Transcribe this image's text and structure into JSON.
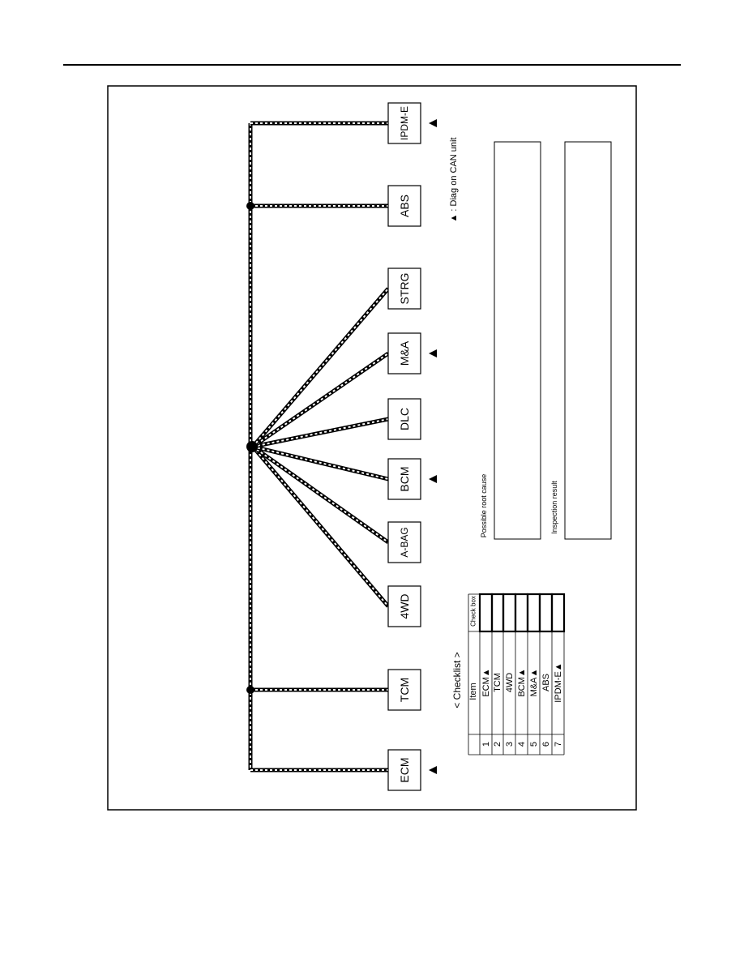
{
  "units": [
    {
      "id": "ecm",
      "label": "ECM",
      "diag": true
    },
    {
      "id": "tcm",
      "label": "TCM",
      "diag": false
    },
    {
      "id": "4wd",
      "label": "4WD",
      "diag": false
    },
    {
      "id": "a-bag",
      "label": "A-BAG",
      "diag": false
    },
    {
      "id": "bcm",
      "label": "BCM",
      "diag": true
    },
    {
      "id": "dlc",
      "label": "DLC",
      "diag": false
    },
    {
      "id": "m-a",
      "label": "M&A",
      "diag": true
    },
    {
      "id": "strg",
      "label": "STRG",
      "diag": false
    },
    {
      "id": "abs",
      "label": "ABS",
      "diag": false
    },
    {
      "id": "ipdm-e",
      "label": "IPDM-E",
      "diag": true
    }
  ],
  "legend": {
    "symbol": "▲",
    "text": ": Diag on CAN unit"
  },
  "checklist": {
    "title": "< Checklist >",
    "item_header": "Item",
    "checkbox_header": "Check box",
    "rows": [
      {
        "num": "1",
        "item": "ECM",
        "diag": true
      },
      {
        "num": "2",
        "item": "TCM",
        "diag": false
      },
      {
        "num": "3",
        "item": "4WD",
        "diag": false
      },
      {
        "num": "4",
        "item": "BCM",
        "diag": true
      },
      {
        "num": "5",
        "item": "M&A",
        "diag": true
      },
      {
        "num": "6",
        "item": "ABS",
        "diag": false
      },
      {
        "num": "7",
        "item": "IPDM-E",
        "diag": true
      }
    ]
  },
  "boxes": {
    "root_cause_label": "Possible root cause",
    "inspection_label": "Inspection result"
  }
}
